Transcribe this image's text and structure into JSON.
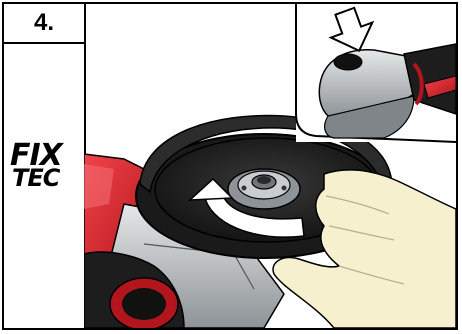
{
  "step": {
    "number": "4."
  },
  "brand": {
    "line1": "FIX",
    "line2": "TEC"
  },
  "colors": {
    "tool_red": "#d8242b",
    "tool_dark": "#1d1d1d",
    "tool_grey": "#9aa0a3",
    "glove": "#f6f0cf",
    "border": "#000000"
  },
  "icons": {
    "press_arrow": "arrow-down-outline-icon",
    "rotation_arrow": "curved-rotation-arrow-icon"
  }
}
